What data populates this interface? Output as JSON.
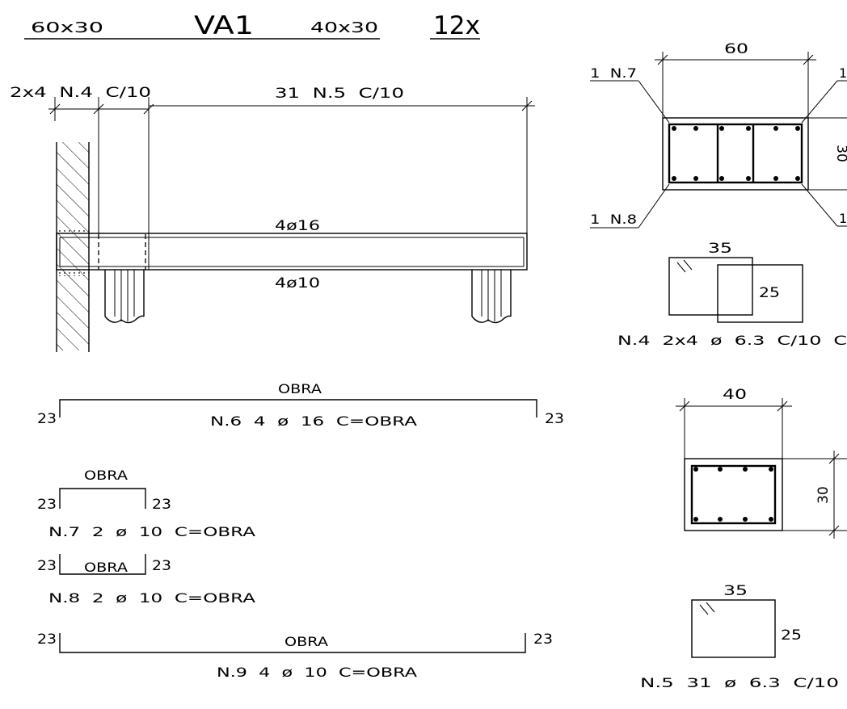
{
  "header": {
    "support_left": "60x30",
    "beam_name": "VA1",
    "support_right": "40x30",
    "quantity": "12x"
  },
  "elevation": {
    "dim_stirrups_support": "2x4  N.4  C/10",
    "dim_stirrups_span": "31  N.5  C/10",
    "top_bars": "4ø16",
    "bottom_bars": "4ø10"
  },
  "bars": {
    "n6": {
      "top": "OBRA",
      "left": "23",
      "right": "23",
      "label": "N.6  4  ø  16  C=OBRA"
    },
    "n7": {
      "top": "OBRA",
      "left": "23",
      "right": "23",
      "label": "N.7  2  ø  10  C=OBRA"
    },
    "n8": {
      "inside": "OBRA",
      "left": "23",
      "right": "23",
      "label": "N.8  2  ø  10  C=OBRA"
    },
    "n9": {
      "top": "OBRA",
      "left": "23",
      "right": "23",
      "label": "N.9  4  ø  10  C=OBRA"
    }
  },
  "section_support": {
    "width": "60",
    "height": "30",
    "callout_n7_left": "1  N.7",
    "callout_n8_left": "1  N.8",
    "callout_right_top": "1",
    "callout_right_bottom": "1"
  },
  "stirrup_n4": {
    "width": "35",
    "height": "25",
    "label": "N.4  2x4  ø  6.3  C/10  C"
  },
  "section_span": {
    "width": "40",
    "height": "30"
  },
  "stirrup_n5": {
    "width": "35",
    "height": "25",
    "label": "N.5  31  ø  6.3  C/10"
  }
}
